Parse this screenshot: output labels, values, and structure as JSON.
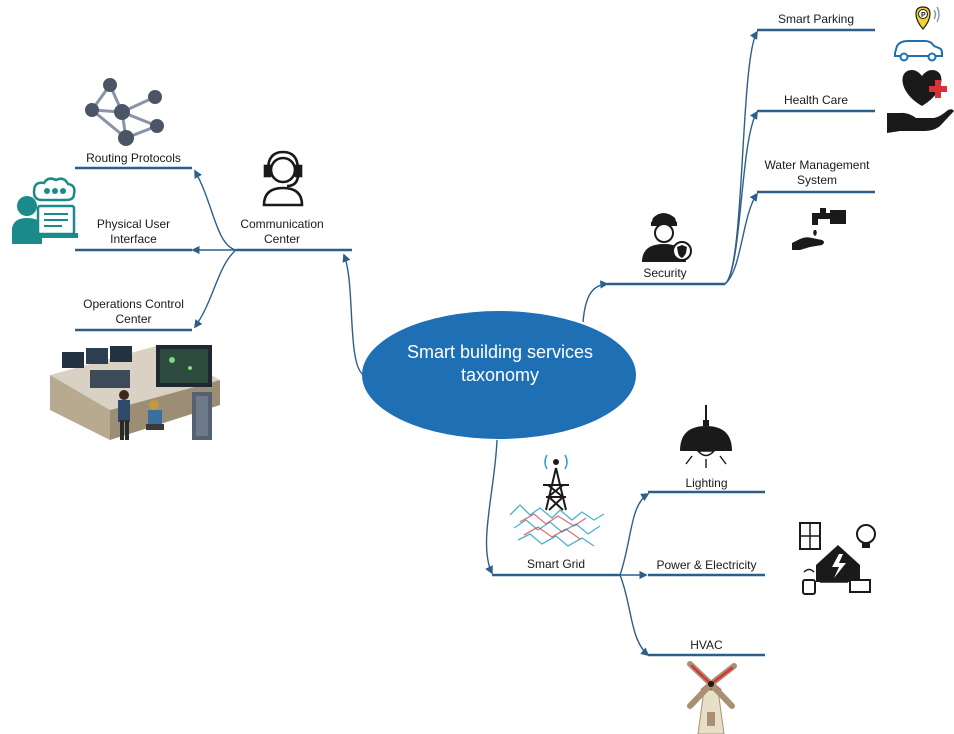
{
  "center": {
    "line1": "Smart building services",
    "line2": "taxonomy",
    "fill": "#1f6fb5"
  },
  "branches": {
    "communication": {
      "label_line1": "Communication",
      "label_line2": "Center",
      "children": {
        "routing": "Routing Protocols",
        "physical_line1": "Physical User",
        "physical_line2": "Interface",
        "operations_line1": "Operations Control",
        "operations_line2": "Center"
      }
    },
    "security": {
      "label": "Security",
      "children": {
        "parking": "Smart Parking",
        "health": "Health Care",
        "water_line1": "Water Management",
        "water_line2": "System"
      }
    },
    "smart_grid": {
      "label": "Smart Grid",
      "children": {
        "lighting": "Lighting",
        "power": "Power & Electricity",
        "hvac": "HVAC"
      }
    }
  },
  "colors": {
    "line": "#2e5f8a",
    "teal": "#1a8a8a",
    "red": "#d9333a",
    "dark": "#1a1a1a",
    "yellow": "#f2d230"
  },
  "icons": [
    "network-nodes-icon",
    "user-interface-icon",
    "control-room-icon",
    "headset-operator-icon",
    "security-guard-icon",
    "smart-parking-icon",
    "health-care-icon",
    "water-tap-icon",
    "pendant-lamp-icon",
    "power-house-icon",
    "transmission-tower-icon",
    "windmill-icon"
  ]
}
